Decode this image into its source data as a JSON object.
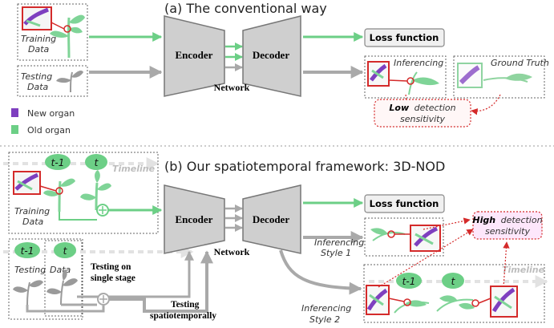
{
  "colors": {
    "green": "#6ccf86",
    "gray": "#a9a9a9",
    "purple": "#7e3fbf",
    "red": "#d42a2a",
    "pink": "#ff6bd8",
    "network_fill": "#cfcfcf"
  },
  "panel_a": {
    "title": "(a) The conventional way",
    "training_label_1": "Training",
    "training_label_2": "Data",
    "testing_label_1": "Testing",
    "testing_label_2": "Data",
    "encoder": "Encoder",
    "decoder": "Decoder",
    "network": "Network",
    "loss_function": "Loss function",
    "inferencing": "Inferencing",
    "ground_truth": "Ground Truth",
    "low_word": "Low",
    "low_rest_1": "detection",
    "low_rest_2": "sensitivity"
  },
  "legend": {
    "new_organ": "New organ",
    "old_organ": "Old organ"
  },
  "panel_b": {
    "title": "(b) Our spatiotemporal framework: 3D-NOD",
    "t_minus_1": "t-1",
    "t": "t",
    "timeline": "Timeline",
    "training_label_1": "Training",
    "training_label_2": "Data",
    "testing_label": "Testing",
    "data_label": "Data",
    "testing_single_1": "Testing on",
    "testing_single_2": "single stage",
    "testing_spatio_1": "Testing",
    "testing_spatio_2": "spatiotemporally",
    "encoder": "Encoder",
    "decoder": "Decoder",
    "network": "Network",
    "loss_function": "Loss function",
    "style1_1": "Inferencing",
    "style1_2": "Style 1",
    "style2_1": "Inferencing",
    "style2_2": "Style 2",
    "high_word": "High",
    "high_rest_1": "detection",
    "high_rest_2": "sensitivity"
  }
}
